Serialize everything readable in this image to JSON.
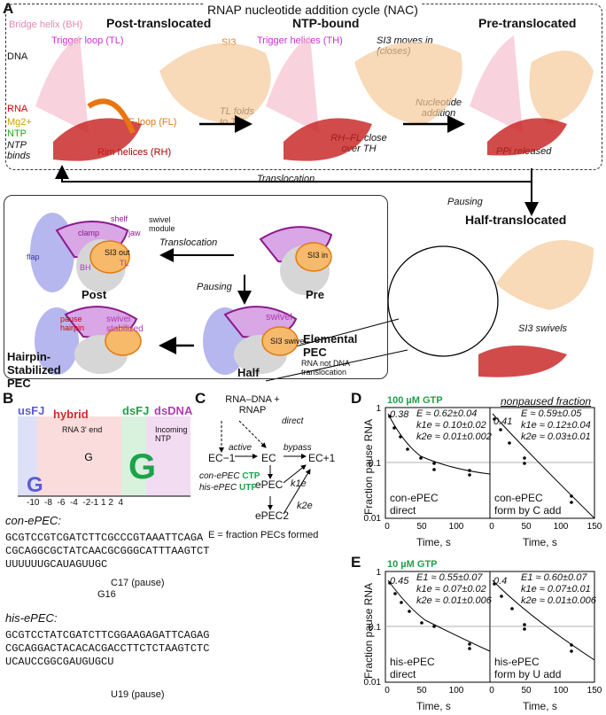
{
  "panelA": {
    "label": "A",
    "title": "RNAP nucleotide addition cycle (NAC)",
    "states": {
      "post": "Post-translocated",
      "ntp": "NTP-bound",
      "pre": "Pre-translocated",
      "half": "Half-translocated"
    },
    "labels": {
      "bh": "Bridge helix (BH)",
      "tl": "Trigger loop (TL)",
      "si3": "SI3",
      "dna": "DNA",
      "rna": "RNA",
      "mg": "Mg2+",
      "ntp": "NTP",
      "ntp_binds": "NTP binds",
      "fl": "F-loop (FL)",
      "rh": "Rim helices (RH)",
      "th": "Trigger helices (TH)",
      "si3_moves": "SI3 moves in (closes)",
      "tl_folds": "TL folds to TH",
      "rh_fl": "RH–FL close over TH",
      "nuc_add": "Nucleotide addition",
      "ppi": "PPi released",
      "translocation": "Translocation",
      "pausing": "Pausing",
      "si3_swivels": "SI3 swivels"
    },
    "inset": {
      "translocation": "Translocation",
      "pausing": "Pausing",
      "post": "Post",
      "pre": "Pre",
      "half": "Half",
      "elemental": "Elemental PEC",
      "hairpin": "Hairpin-Stabilized PEC",
      "clamp": "clamp",
      "shelf": "shelf",
      "jaw": "jaw",
      "swivel_module": "swivel module",
      "flap": "flap",
      "bh": "BH",
      "tl": "TL",
      "si3_out": "SI3 out",
      "si3_in": "SI3 in",
      "si3_swivel": "SI3 swivel",
      "swivel": "swivel",
      "pause_hairpin": "pause hairpin",
      "swivel_stabilized": "swivel stabilized",
      "rna_not_dna": "RNA not DNA translocation"
    }
  },
  "panelB": {
    "label": "B",
    "regions": [
      "usFJ",
      "hybrid",
      "dsFJ",
      "dsDNA"
    ],
    "region_colors": [
      "#5b5bd6",
      "#d62828",
      "#1aa34a",
      "#b03bb0"
    ],
    "notes": [
      "RNA 3' end",
      "Incoming NTP"
    ],
    "xticks": [
      "-10",
      "-8",
      "-6",
      "-4",
      "-2",
      "-1",
      "1",
      "2",
      "4"
    ],
    "con": {
      "title": "con-ePEC:",
      "line1": "GCGTCCGTCGATCTTCGCCCGTAAATTCAGA",
      "line2": "CGCAGGCGCTATCAACGCGGGCATTTAAGTCT",
      "line3": "UUUUUUGCAUAGUUGC",
      "pause": "C17 (pause)",
      "g16": "G16"
    },
    "his": {
      "title": "his-ePEC:",
      "line1": "GCGTCCTATCGATCTTCGGAAGAGATTCAGAG",
      "line2": "CGCAGGACTACACACGACCTTCTCTAAGTCTC",
      "line3": "UCAUCCGGCGAUGUGCU",
      "pause": "U19 (pause)"
    }
  },
  "panelC": {
    "label": "C",
    "top": "RNA–DNA + RNAP",
    "direct": "direct",
    "active": "active",
    "bypass": "bypass",
    "ec_m1": "EC−1",
    "ec": "EC",
    "ec_p1": "EC+1",
    "epec": "ePEC",
    "epec2": "ePEC2",
    "k1e": "k1e",
    "k2e": "k2e",
    "con_epec": "con-ePEC",
    "his_epec": "his-ePEC",
    "ctp": "CTP",
    "utp": "UTP",
    "footnote": "E = fraction PECs formed"
  },
  "chart_data": [
    {
      "panel": "D-left",
      "type": "scatter",
      "title": "100 µM GTP",
      "annotation_top": "0.38",
      "params": [
        "E ≈ 0.62±0.04",
        "k1e ≈ 0.10±0.02",
        "k2e ≈ 0.01±0.002"
      ],
      "corner_label": [
        "con-ePEC",
        "direct"
      ],
      "xlabel": "Time, s",
      "ylabel": "Fraction pause RNA",
      "yscale": "log",
      "ylim": [
        0.01,
        1
      ],
      "xlim": [
        0,
        150
      ],
      "xticks": [
        0,
        50,
        100
      ],
      "yticks": [
        "0.01",
        "0.1",
        "1"
      ],
      "x": [
        5,
        5,
        10,
        15,
        20,
        30,
        30,
        60,
        60,
        120,
        120
      ],
      "y": [
        0.6,
        0.55,
        0.4,
        0.3,
        0.22,
        0.18,
        0.15,
        0.12,
        0.1,
        0.085,
        0.08
      ]
    },
    {
      "panel": "D-right",
      "type": "scatter",
      "title": "nonpaused fraction",
      "annotation_top": "0.41",
      "params": [
        "E ≈ 0.59±0.05",
        "k1e ≈ 0.12±0.04",
        "k2e ≈ 0.03±0.01"
      ],
      "corner_label": [
        "con-ePEC",
        "form by C add"
      ],
      "xlabel": "Time, s",
      "xlim": [
        0,
        150
      ],
      "xticks": [
        0,
        50,
        100,
        150
      ],
      "x": [
        5,
        10,
        15,
        20,
        30,
        60,
        60,
        120,
        120
      ],
      "y": [
        0.55,
        0.4,
        0.3,
        0.22,
        0.15,
        0.1,
        0.08,
        0.02,
        0.015
      ]
    },
    {
      "panel": "E-left",
      "type": "scatter",
      "title": "10 µM GTP",
      "annotation_top": "0.45",
      "params": [
        "E1 ≈ 0.55±0.07",
        "k1e ≈ 0.07±0.02",
        "k2e ≈ 0.01±0.006"
      ],
      "corner_label": [
        "his-ePEC",
        "direct"
      ],
      "xlabel": "Time, s",
      "ylabel": "Fraction pause RNA",
      "yscale": "log",
      "ylim": [
        0.01,
        1
      ],
      "xlim": [
        0,
        150
      ],
      "xticks": [
        0,
        50,
        100
      ],
      "yticks": [
        "0.01",
        "0.1",
        "1"
      ],
      "x": [
        5,
        5,
        10,
        15,
        20,
        30,
        30,
        60,
        60,
        120,
        120
      ],
      "y": [
        0.55,
        0.5,
        0.4,
        0.3,
        0.25,
        0.2,
        0.18,
        0.1,
        0.09,
        0.05,
        0.045
      ]
    },
    {
      "panel": "E-right",
      "type": "scatter",
      "annotation_top": "0.4",
      "params": [
        "E1 ≈ 0.60±0.07",
        "k1e ≈ 0.07±0.01",
        "k2e ≈ 0.01±0.006"
      ],
      "corner_label": [
        "his-ePEC",
        "form by U add"
      ],
      "xlabel": "Time, s",
      "xlim": [
        0,
        150
      ],
      "xticks": [
        0,
        50,
        100,
        150
      ],
      "x": [
        5,
        10,
        15,
        20,
        30,
        60,
        60,
        120,
        120
      ],
      "y": [
        0.5,
        0.4,
        0.3,
        0.25,
        0.18,
        0.1,
        0.09,
        0.04,
        0.035
      ]
    }
  ],
  "panelD": {
    "label": "D"
  },
  "panelE": {
    "label": "E"
  }
}
